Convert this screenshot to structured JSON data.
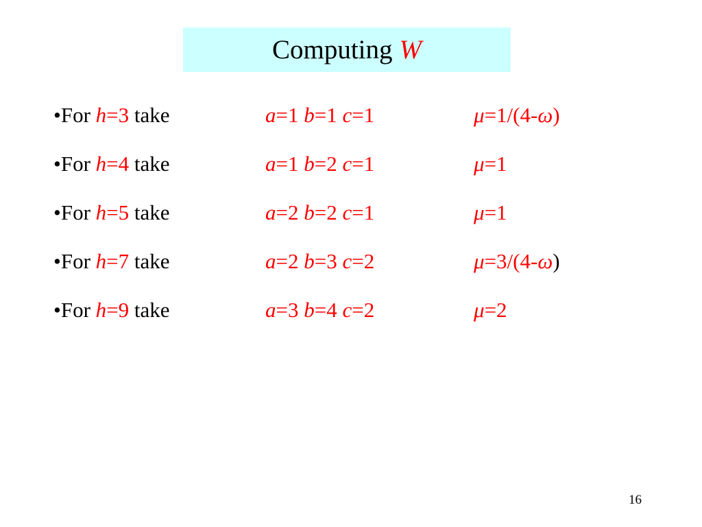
{
  "title": {
    "text": "Computing",
    "symbol": "W"
  },
  "rows": [
    {
      "bullet": "•For",
      "hvar": "h",
      "heq": "=3",
      "take": "take",
      "avar": "a",
      "aeq": "=1",
      "bvar": "b",
      "beq": "=1",
      "cvar": "c",
      "ceq": "=1",
      "muvar": "μ",
      "mueq": "=1/(4-",
      "omega": "ω",
      "close": ")",
      "close_color": "#ff0000"
    },
    {
      "bullet": "•For",
      "hvar": "h",
      "heq": "=4",
      "take": "take",
      "avar": "a",
      "aeq": "=1",
      "bvar": "b",
      "beq": "=2",
      "cvar": "c",
      "ceq": "=1",
      "muvar": "μ",
      "mueq": "=1",
      "omega": "",
      "close": "",
      "close_color": "#ff0000"
    },
    {
      "bullet": "•For",
      "hvar": "h",
      "heq": "=5",
      "take": "take",
      "avar": "a",
      "aeq": "=2",
      "bvar": "b",
      "beq": "=2",
      "cvar": "c",
      "ceq": "=1",
      "muvar": "μ",
      "mueq": "=1",
      "omega": "",
      "close": "",
      "close_color": "#ff0000"
    },
    {
      "bullet": "•For",
      "hvar": "h",
      "heq": "=7",
      "take": "take",
      "avar": "a",
      "aeq": "=2",
      "bvar": "b",
      "beq": "=3",
      "cvar": "c",
      "ceq": "=2",
      "muvar": "μ",
      "mueq": "=3/(4-",
      "omega": "ω",
      "close": ")",
      "close_color": "#000000"
    },
    {
      "bullet": "•For",
      "hvar": "h",
      "heq": "=9",
      "take": "take",
      "avar": "a",
      "aeq": "=3",
      "bvar": "b",
      "beq": "=4",
      "cvar": "c",
      "ceq": "=2",
      "muvar": "μ",
      "mueq": "=2",
      "omega": "",
      "close": "",
      "close_color": "#ff0000"
    }
  ],
  "page_number": "16"
}
